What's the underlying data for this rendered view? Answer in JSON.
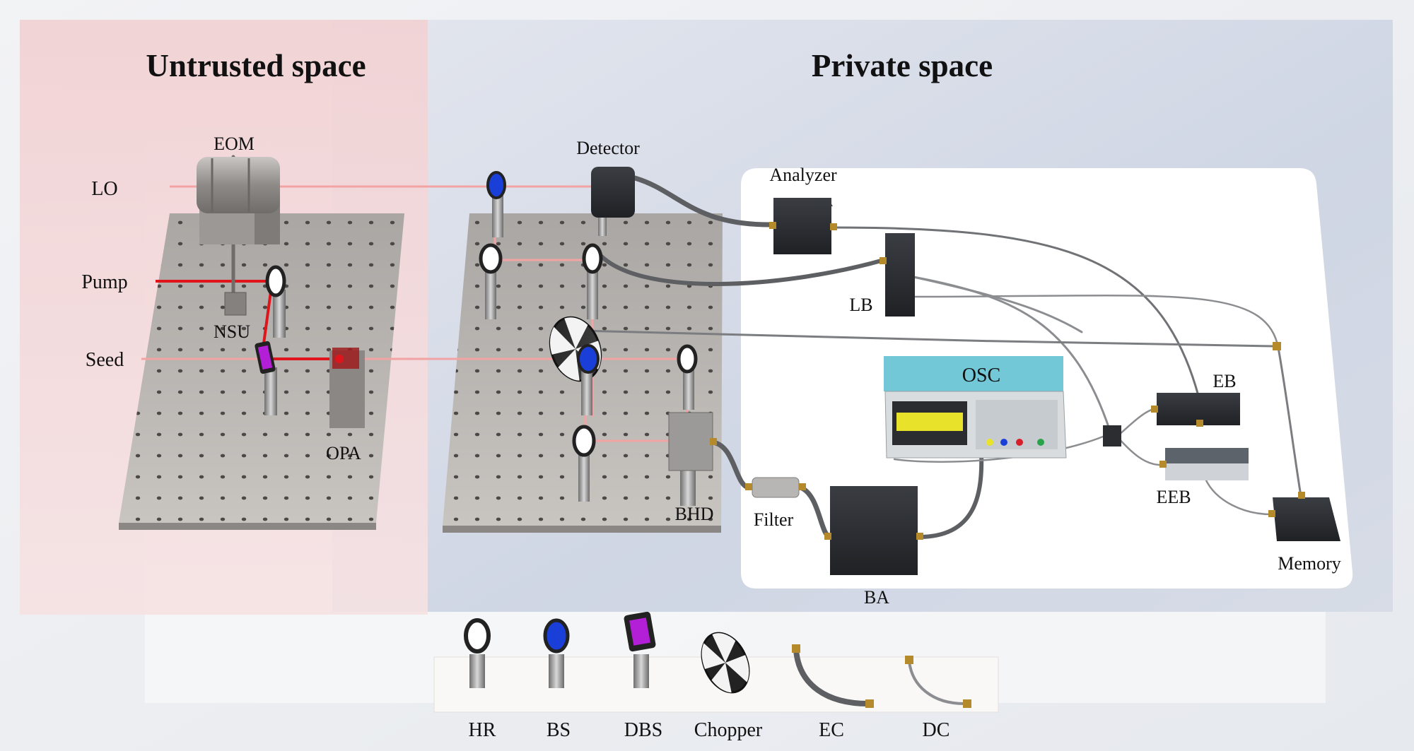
{
  "zones": {
    "untrusted": "Untrusted space",
    "private": "Private space"
  },
  "inputs": {
    "lo": "LO",
    "pump": "Pump",
    "seed": "Seed"
  },
  "components": {
    "eom": "EOM",
    "nsu": "NSU",
    "opa": "OPA",
    "detector": "Detector",
    "analyzer": "Analyzer",
    "lb": "LB",
    "osc": "OSC",
    "eb": "EB",
    "eeb": "EEB",
    "bhd": "BHD",
    "filter": "Filter",
    "ba": "BA",
    "memory": "Memory"
  },
  "legend": {
    "hr": "HR",
    "bs": "BS",
    "dbs": "DBS",
    "chopper": "Chopper",
    "ec": "EC",
    "dc": "DC"
  },
  "colors": {
    "untrusted_zone": "#f2d4d6",
    "private_zone": "#d9dfea",
    "table": "#bdb9b6",
    "beam_lo": "#f2a3a3",
    "beam_pump": "#e0151b",
    "bs_blue": "#1a3fd8",
    "dbs_purple": "#b21fd6",
    "osc_teal": "#73c8d8"
  }
}
